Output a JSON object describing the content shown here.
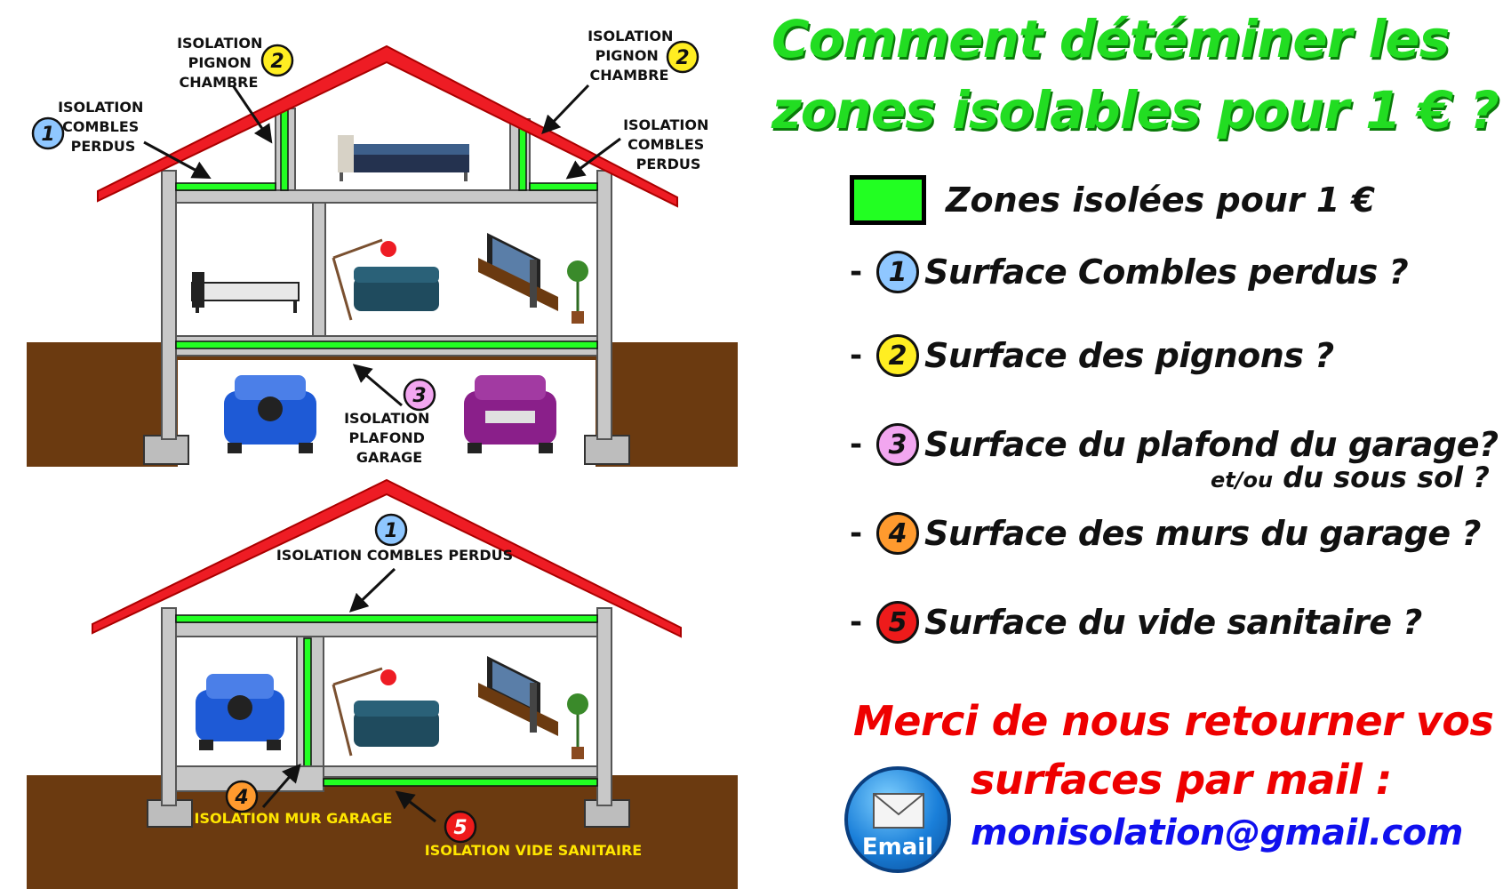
{
  "diagram": {
    "top_house": {
      "label_combles_left": [
        "ISOLATION",
        "COMBLES",
        "PERDUS"
      ],
      "label_pignon_left": [
        "ISOLATION",
        "PIGNON",
        "CHAMBRE"
      ],
      "label_pignon_right": [
        "ISOLATION",
        "PIGNON",
        "CHAMBRE"
      ],
      "label_combles_right": [
        "ISOLATION",
        "COMBLES",
        "PERDUS"
      ],
      "label_plafond": [
        "ISOLATION",
        "PLAFOND",
        "GARAGE"
      ]
    },
    "bottom_house": {
      "label_combles": "ISOLATION COMBLES PERDUS",
      "label_mur_garage": "ISOLATION MUR GARAGE",
      "label_vide_sanitaire": "ISOLATION VIDE SANITAIRE"
    },
    "badges": [
      "1",
      "2",
      "3",
      "4",
      "5"
    ]
  },
  "panel": {
    "title_line1": "Comment détéminer les",
    "title_line2": "zones isolables pour 1 € ?",
    "legend_text": "Zones isolées pour 1 €",
    "items": [
      {
        "num": "1",
        "text": "Surface Combles perdus ?",
        "color": "#8fc7ff"
      },
      {
        "num": "2",
        "text": "Surface des pignons ?",
        "color": "#ffee22"
      },
      {
        "num": "3",
        "text": "Surface du plafond du garage?",
        "color": "#f2a6f0"
      },
      {
        "num": "4",
        "text": "Surface des murs du garage ?",
        "color": "#ff9a2e"
      },
      {
        "num": "5",
        "text": "Surface du vide sanitaire ?",
        "color": "#ee1b1b"
      }
    ],
    "item_dash": "-",
    "sub_part1": "et/ou",
    "sub_part2": " du sous sol ?",
    "thanks_line1": "Merci de nous retourner vos",
    "thanks_line2": "surfaces par mail :",
    "email": "monisolation@gmail.com",
    "email_icon_label": "Email"
  },
  "colors": {
    "insulation": "#22ff22",
    "roof": "#ee1c24",
    "ground": "#6b3a10",
    "wall": "#c8c8c8",
    "title_green": "#22dd22",
    "thanks_red": "#ee0000",
    "email_blue": "#1010ee"
  }
}
